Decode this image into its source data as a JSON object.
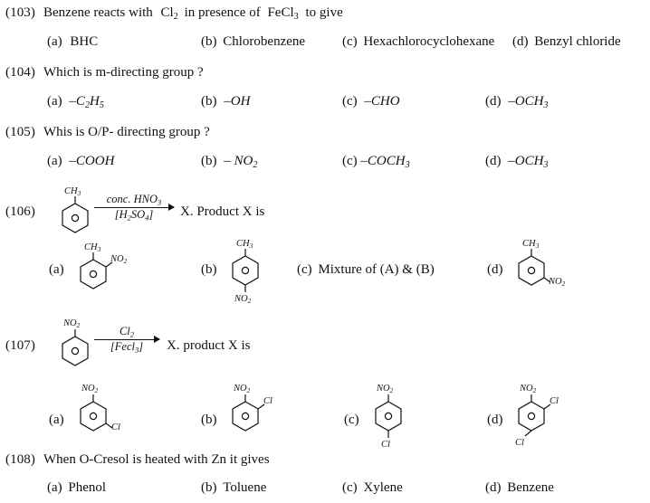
{
  "document": {
    "type": "chemistry-multiple-choice-exam",
    "background_color": "#ffffff",
    "text_color": "#111111"
  },
  "questions": [
    {
      "number": "(103)",
      "stem_parts": [
        "Benzene reacts with ",
        "Cl",
        "2",
        " in presence of ",
        "FeCl",
        "3",
        " to give"
      ],
      "stem_plain": "Benzene reacts with Cl2 in presence of FeCl3 to give",
      "options": [
        {
          "label": "(a)",
          "text": "BHC"
        },
        {
          "label": "(b)",
          "text": "Chlorobenzene"
        },
        {
          "label": "(c)",
          "text": "Hexachlorocyclohexane"
        },
        {
          "label": "(d)",
          "text": "Benzyl chloride"
        }
      ]
    },
    {
      "number": "(104)",
      "stem_plain": "Which is m-directing group ?",
      "options": [
        {
          "label": "(a)",
          "formula": "–C₂H₅"
        },
        {
          "label": "(b)",
          "formula": "–OH"
        },
        {
          "label": "(c)",
          "formula": "–CHO"
        },
        {
          "label": "(d)",
          "formula": "–OCH₃"
        }
      ]
    },
    {
      "number": "(105)",
      "stem_plain": "Whis is O/P- directing group ?",
      "options": [
        {
          "label": "(a)",
          "formula": "–COOH"
        },
        {
          "label": "(b)",
          "formula": "– NO₂"
        },
        {
          "label": "(c)",
          "formula": "–COCH₃"
        },
        {
          "label": "(d)",
          "formula": "–OCH₃"
        }
      ]
    },
    {
      "number": "(106)",
      "reaction": {
        "reactant_label": "CH3",
        "reagent_above": "conc. HNO3",
        "reagent_below": "[H2SO4]",
        "product_text": "X. Product X is"
      },
      "options": [
        {
          "label": "(a)",
          "structure": "ortho-nitrotoluene",
          "top_label": "CH3",
          "side_label": "NO2"
        },
        {
          "label": "(b)",
          "structure": "para-nitrotoluene",
          "top_label": "CH3",
          "bottom_label": "NO2"
        },
        {
          "label": "(c)",
          "text": "Mixture of (A) & (B)"
        },
        {
          "label": "(d)",
          "structure": "meta-nitrotoluene",
          "top_label": "CH3",
          "side_label": "NO2"
        }
      ]
    },
    {
      "number": "(107)",
      "reaction": {
        "reactant_label": "NO2",
        "reagent_above": "Cl2",
        "reagent_below": "[Fecl3]",
        "product_text": "X. product X is"
      },
      "options": [
        {
          "label": "(a)",
          "structure": "meta-chloronitrobenzene",
          "top_label": "NO2",
          "side_label": "Cl"
        },
        {
          "label": "(b)",
          "structure": "ortho-chloronitrobenzene",
          "top_label": "NO2",
          "side_label": "Cl"
        },
        {
          "label": "(c)",
          "structure": "para-chloronitrobenzene",
          "top_label": "NO2",
          "bottom_label": "Cl"
        },
        {
          "label": "(d)",
          "structure": "2,4-dichloronitrobenzene",
          "top_label": "NO2",
          "side_label": "Cl",
          "bottom_label": "Cl"
        }
      ]
    },
    {
      "number": "(108)",
      "stem_plain": "When O-Cresol is heated with Zn it gives",
      "options": [
        {
          "label": "(a)",
          "text": "Phenol"
        },
        {
          "label": "(b)",
          "text": "Toluene"
        },
        {
          "label": "(c)",
          "text": "Xylene"
        },
        {
          "label": "(d)",
          "text": "Benzene"
        }
      ]
    }
  ],
  "q103": {
    "num": "(103)",
    "t1": "Benzene reacts with",
    "f1": "Cl",
    "f1s": "2",
    "t2": "in presence of",
    "f2": "FeCl",
    "f2s": "3",
    "t3": "to give",
    "a": "(a)",
    "a_t": "BHC",
    "b": "(b)",
    "b_t": "Chlorobenzene",
    "c": "(c)",
    "c_t": "Hexachlorocyclohexane",
    "d": "(d)",
    "d_t": "Benzyl chloride"
  },
  "q104": {
    "num": "(104)",
    "stem": "Which is m-directing group ?",
    "a": "(a)",
    "a_f": "–C",
    "a_s1": "2",
    "a_f2": "H",
    "a_s2": "5",
    "b": "(b)",
    "b_f": "–OH",
    "c": "(c)",
    "c_f": "–CHO",
    "d": "(d)",
    "d_f": "–OCH",
    "d_s": "3"
  },
  "q105": {
    "num": "(105)",
    "stem": "Whis is O/P- directing group ?",
    "a": "(a)",
    "a_f": "–COOH",
    "b": "(b)",
    "b_f": "– NO",
    "b_s": "2",
    "c": "(c)",
    "c_f": "–COCH",
    "c_s": "3",
    "d": "(d)",
    "d_f": "–OCH",
    "d_s": "3"
  },
  "q106": {
    "num": "(106)",
    "ring_top": "CH",
    "ring_top_sub": "3",
    "above": "conc. HNO",
    "above_sub": "3",
    "below_open": "[H",
    "below_sub1": "2",
    "below_mid": "SO",
    "below_sub2": "4",
    "below_close": "]",
    "product": "X. Product X is",
    "a": "(a)",
    "a_top": "CH",
    "a_top_s": "3",
    "a_side": "NO",
    "a_side_s": "2",
    "b": "(b)",
    "b_top": "CH",
    "b_top_s": "3",
    "b_bot": "NO",
    "b_bot_s": "2",
    "c": "(c)",
    "c_t": "Mixture of (A) & (B)",
    "d": "(d)",
    "d_top": "CH",
    "d_top_s": "3",
    "d_side": "NO",
    "d_side_s": "2"
  },
  "q107": {
    "num": "(107)",
    "ring_top": "NO",
    "ring_top_sub": "2",
    "above": "Cl",
    "above_sub": "2",
    "below_open": "[Fecl",
    "below_sub": "3",
    "below_close": "]",
    "product": "X. product X is",
    "a": "(a)",
    "a_top": "NO",
    "a_top_s": "2",
    "a_side": "Cl",
    "b": "(b)",
    "b_top": "NO",
    "b_top_s": "2",
    "b_side": "Cl",
    "c": "(c)",
    "c_top": "NO",
    "c_top_s": "2",
    "c_bot": "Cl",
    "d": "(d)",
    "d_top": "NO",
    "d_top_s": "2",
    "d_side": "Cl",
    "d_bot": "Cl"
  },
  "q108": {
    "num": "(108)",
    "stem": "When O-Cresol is heated with Zn it gives",
    "a": "(a)",
    "a_t": "Phenol",
    "b": "(b)",
    "b_t": "Toluene",
    "c": "(c)",
    "c_t": "Xylene",
    "d": "(d)",
    "d_t": "Benzene"
  }
}
